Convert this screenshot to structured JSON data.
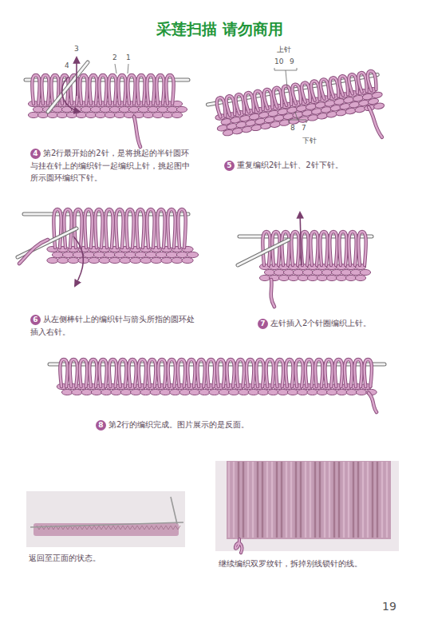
{
  "diagram": {
    "nodes": [
      {
        "text": [
          "4",
          "第2行最开始的2针，是将挑起的半针圆环与挂在针上的编织针一起编织上针，挑起图中所示圆环编织下针。"
        ]
      },
      {
        "text": [
          "5",
          "重复编织2针上针、2针下针。"
        ]
      },
      {
        "text": [
          "6",
          "从左侧棒针上的编织针与箭头所指的圆环处插入右针。"
        ]
      },
      {
        "text": [
          "7",
          "左针插入2个针圈编织上针。"
        ]
      },
      {
        "text": [
          "8",
          "第2行的编织完成。图片展示的是反面。"
        ]
      }
    ],
    "labels": [
      "采莲扫描 请勿商用",
      "3",
      "4",
      "2",
      "1",
      "上针",
      "10",
      "9",
      "8",
      "7",
      "下针",
      "返回至正面的状态。",
      "继续编织双罗纹针，拆掉别线锁针的线。",
      "19"
    ]
  }
}
